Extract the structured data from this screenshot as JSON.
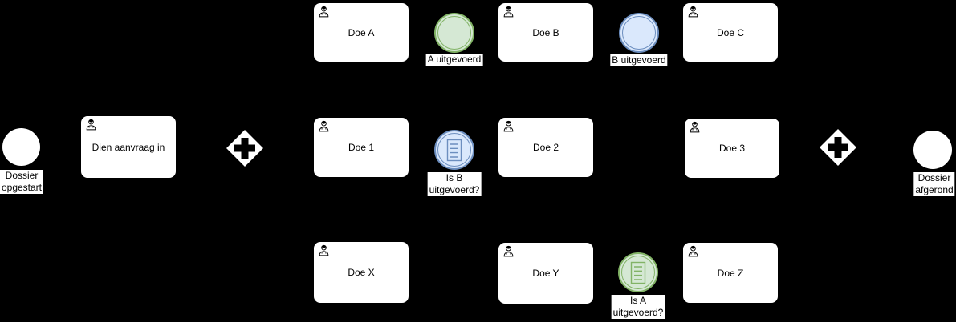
{
  "diagram_type": "bpmn-process-flow",
  "colors": {
    "canvas_background": "#000000",
    "shape_fill": "#ffffff",
    "shape_stroke": "#000000",
    "green_fill": "#d5e8d4",
    "green_stroke": "#82b366",
    "blue_fill": "#dae8fc",
    "blue_stroke": "#6c8ebf",
    "label_background": "#ffffff",
    "text_color": "#000000"
  },
  "icons": {
    "task_icon": "user-icon",
    "gateway_icon": "parallel-plus-icon",
    "conditional_icon": "list-lines-icon"
  },
  "events": {
    "start": {
      "line1": "Dossier",
      "line2": "opgestart"
    },
    "end": {
      "line1": "Dossier",
      "line2": "afgerond"
    },
    "a_done": {
      "label": "A uitgevoerd",
      "color": "green"
    },
    "b_done": {
      "label": "B uitgevoerd",
      "color": "blue"
    },
    "is_b_done": {
      "line1": "Is B",
      "line2": "uitgevoerd?",
      "color": "blue"
    },
    "is_a_done": {
      "line1": "Is A",
      "line2": "uitgevoerd?",
      "color": "green"
    }
  },
  "tasks": {
    "dien_aanvraag": "Dien aanvraag in",
    "doe_a": "Doe A",
    "doe_b": "Doe B",
    "doe_c": "Doe C",
    "doe_1": "Doe 1",
    "doe_2": "Doe 2",
    "doe_3": "Doe 3",
    "doe_x": "Doe X",
    "doe_y": "Doe Y",
    "doe_z": "Doe Z"
  },
  "gateways": {
    "count": 2,
    "type": "parallel"
  }
}
